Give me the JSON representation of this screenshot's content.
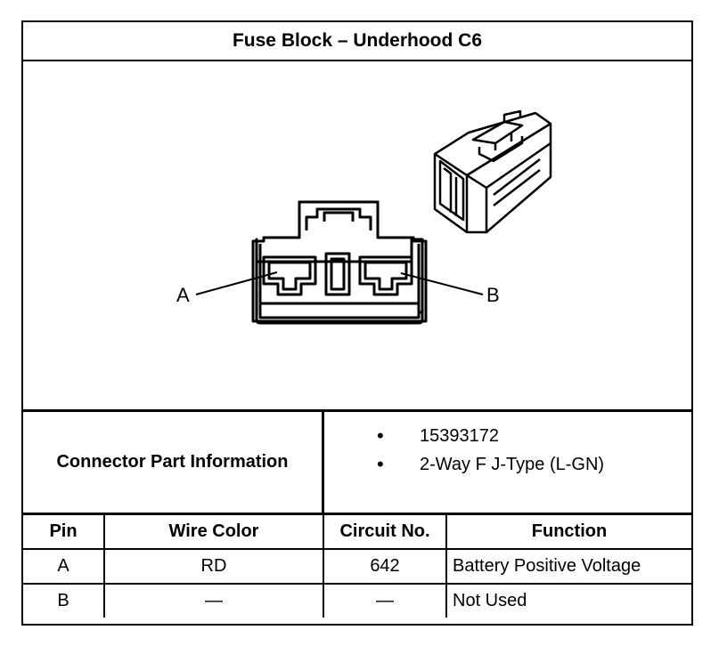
{
  "title": "Fuse Block – Underhood C6",
  "figure": {
    "callout_a": "A",
    "callout_b": "B"
  },
  "connector_info": {
    "label": "Connector Part Information",
    "items": [
      "15393172",
      "2-Way F J-Type (L-GN)"
    ],
    "bullet": "•"
  },
  "table": {
    "headers": [
      "Pin",
      "Wire Color",
      "Circuit No.",
      "Function"
    ],
    "rows": [
      [
        "A",
        "RD",
        "642",
        "Battery Positive Voltage"
      ],
      [
        "B",
        "—",
        "—",
        "Not Used"
      ]
    ]
  }
}
